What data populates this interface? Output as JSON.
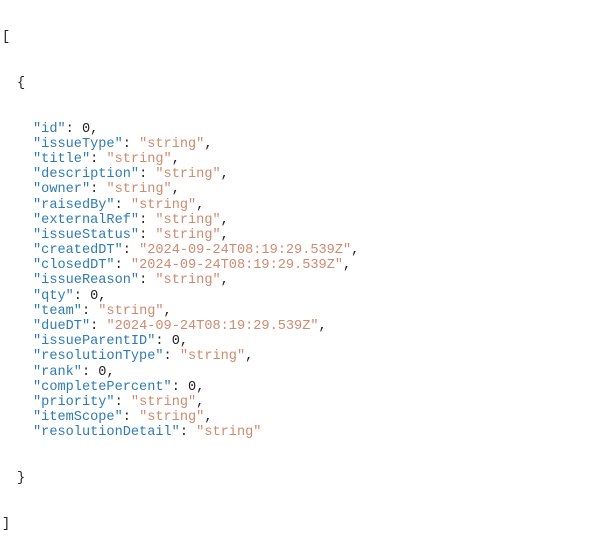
{
  "fields": [
    {
      "key": "\"id\"",
      "value": "0",
      "type": "num"
    },
    {
      "key": "\"issueType\"",
      "value": "\"string\"",
      "type": "str"
    },
    {
      "key": "\"title\"",
      "value": "\"string\"",
      "type": "str"
    },
    {
      "key": "\"description\"",
      "value": "\"string\"",
      "type": "str"
    },
    {
      "key": "\"owner\"",
      "value": "\"string\"",
      "type": "str"
    },
    {
      "key": "\"raisedBy\"",
      "value": "\"string\"",
      "type": "str"
    },
    {
      "key": "\"externalRef\"",
      "value": "\"string\"",
      "type": "str"
    },
    {
      "key": "\"issueStatus\"",
      "value": "\"string\"",
      "type": "str"
    },
    {
      "key": "\"createdDT\"",
      "value": "\"2024-09-24T08:19:29.539Z\"",
      "type": "str"
    },
    {
      "key": "\"closedDT\"",
      "value": "\"2024-09-24T08:19:29.539Z\"",
      "type": "str"
    },
    {
      "key": "\"issueReason\"",
      "value": "\"string\"",
      "type": "str"
    },
    {
      "key": "\"qty\"",
      "value": "0",
      "type": "num"
    },
    {
      "key": "\"team\"",
      "value": "\"string\"",
      "type": "str"
    },
    {
      "key": "\"dueDT\"",
      "value": "\"2024-09-24T08:19:29.539Z\"",
      "type": "str"
    },
    {
      "key": "\"issueParentID\"",
      "value": "0",
      "type": "num"
    },
    {
      "key": "\"resolutionType\"",
      "value": "\"string\"",
      "type": "str"
    },
    {
      "key": "\"rank\"",
      "value": "0",
      "type": "num"
    },
    {
      "key": "\"completePercent\"",
      "value": "0",
      "type": "num"
    },
    {
      "key": "\"priority\"",
      "value": "\"string\"",
      "type": "str"
    },
    {
      "key": "\"itemScope\"",
      "value": "\"string\"",
      "type": "str"
    },
    {
      "key": "\"resolutionDetail\"",
      "value": "\"string\"",
      "type": "str"
    }
  ],
  "punct": {
    "open_array": "[",
    "close_array": "]",
    "open_object": "{",
    "close_object": "}",
    "colon": ": ",
    "comma": ","
  }
}
